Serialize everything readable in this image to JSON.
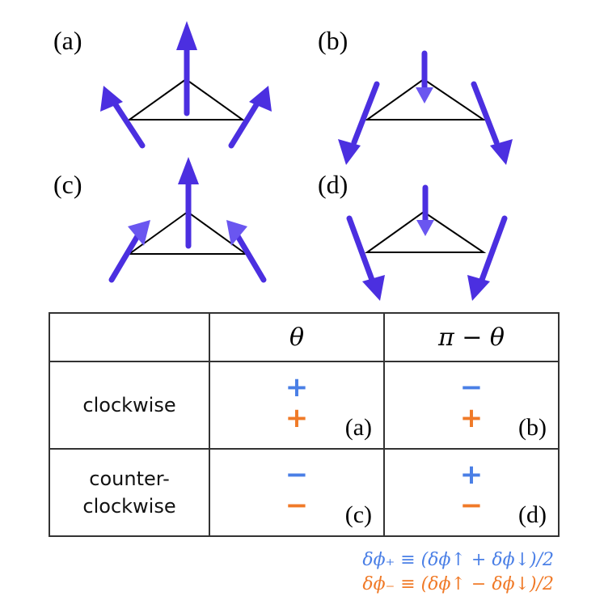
{
  "panels": {
    "a": "(a)",
    "b": "(b)",
    "c": "(c)",
    "d": "(d)"
  },
  "table": {
    "col_theta": "θ",
    "col_pi_minus_theta": "π − θ",
    "row_clockwise": "clockwise",
    "row_counter_line1": "counter-",
    "row_counter_line2": "clockwise",
    "cells": {
      "cw_theta": {
        "plus_sign": "+",
        "minus_sign": "+",
        "tag": "(a)"
      },
      "cw_pi": {
        "plus_sign": "−",
        "minus_sign": "+",
        "tag": "(b)"
      },
      "ccw_theta": {
        "plus_sign": "−",
        "minus_sign": "−",
        "tag": "(c)"
      },
      "ccw_pi": {
        "plus_sign": "+",
        "minus_sign": "−",
        "tag": "(d)"
      }
    }
  },
  "formulas": {
    "plus": "δϕ₊ ≡ (δϕ↑ + δϕ↓)/2",
    "minus": "δϕ₋ ≡ (δϕ↑ − δϕ↓)/2"
  },
  "colors": {
    "plus": "#4a7fe6",
    "minus": "#f07a28",
    "arrow": "#4b2fe0",
    "triangle": "#000000"
  },
  "icons": {
    "spin": "spin-arrow-icon"
  }
}
